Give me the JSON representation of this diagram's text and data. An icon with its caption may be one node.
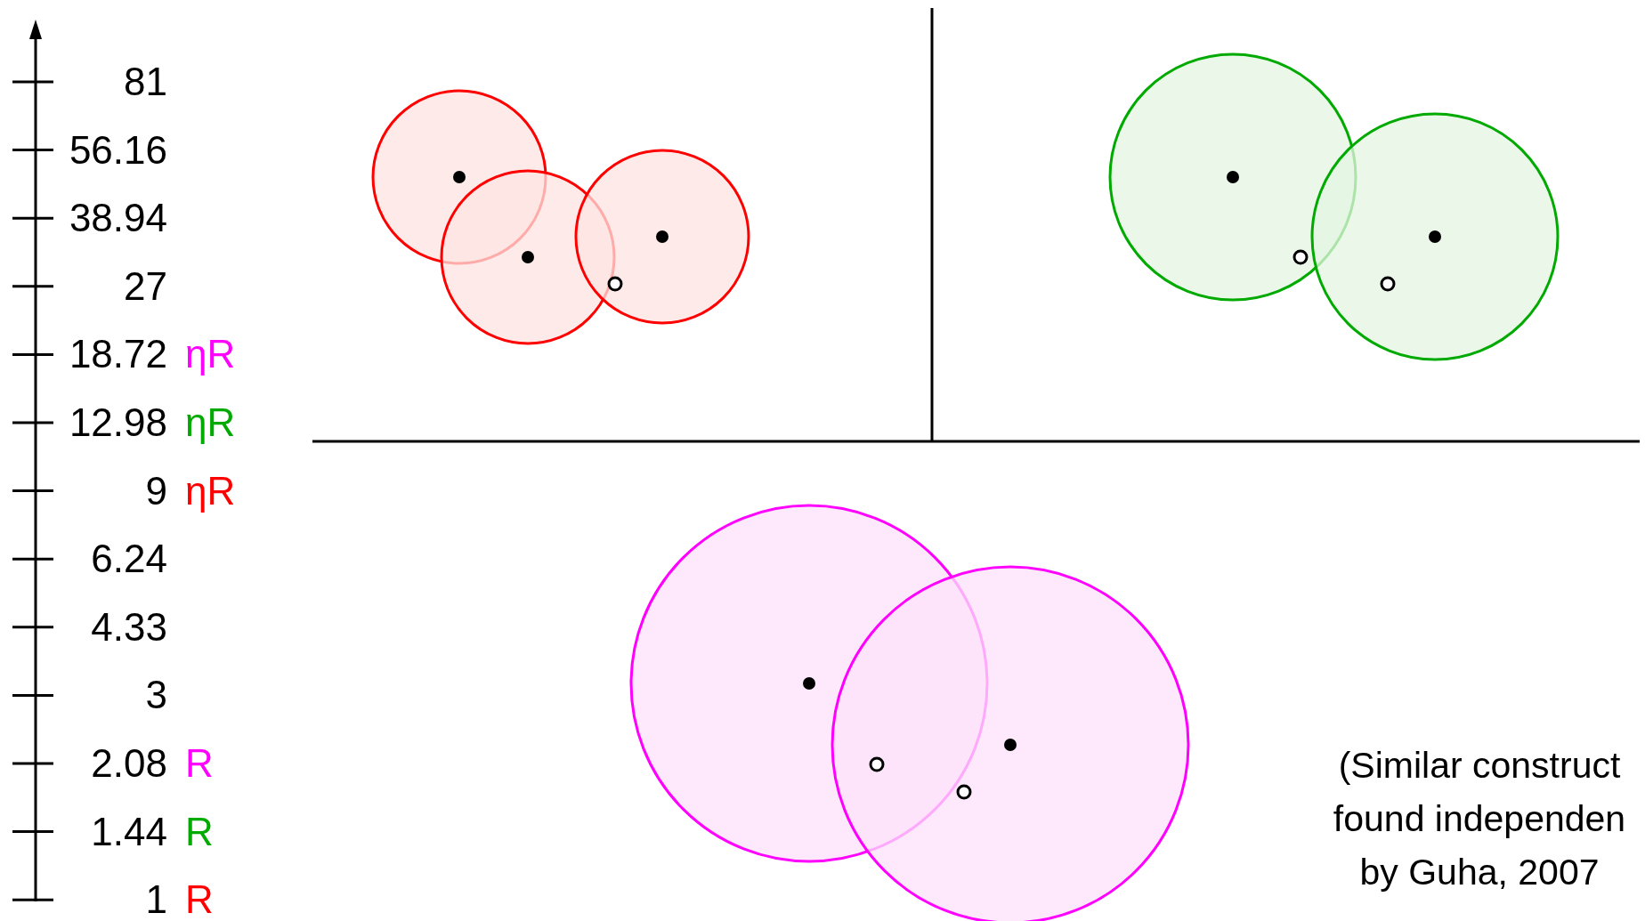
{
  "diagram": {
    "labels": [
      "81",
      "56.16",
      "38.94",
      "27",
      "18.72",
      "ηR",
      "12.98",
      "ηR",
      "9",
      "ηR",
      "6.24",
      "4.33",
      "3",
      "2.08",
      "R",
      "1.44",
      "R",
      "1",
      "R",
      "(Similar construct found independen by Guha, 2007"
    ]
  }
}
